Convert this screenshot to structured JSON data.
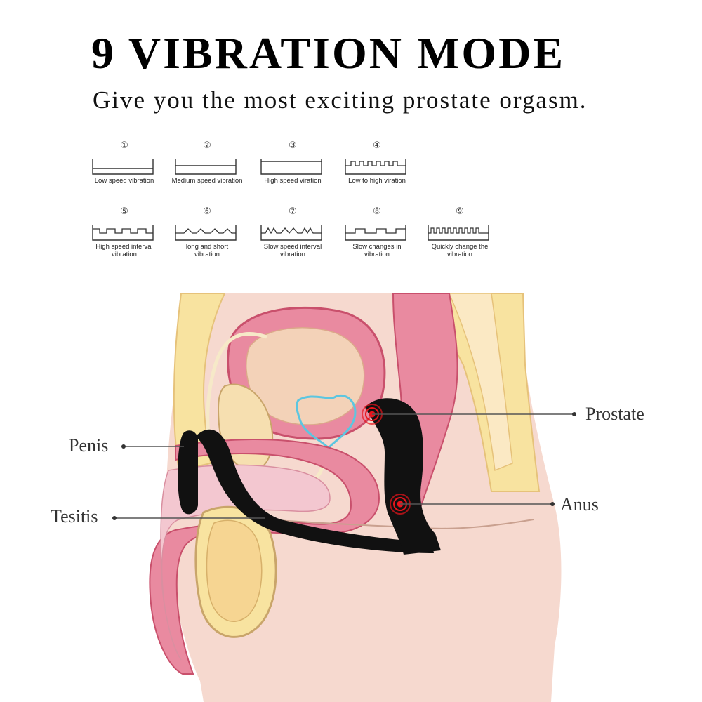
{
  "header": {
    "title": "9 VIBRATION MODE",
    "subtitle": "Give you the most exciting prostate orgasm."
  },
  "modes": [
    {
      "number": "①",
      "label": "Low speed vibration"
    },
    {
      "number": "②",
      "label": "Medium speed vibration"
    },
    {
      "number": "③",
      "label": "High speed viration"
    },
    {
      "number": "④",
      "label": "Low to high  viration"
    },
    {
      "number": "⑤",
      "label": "High speed interval\nvibration"
    },
    {
      "number": "⑥",
      "label": "long and short\nvibration"
    },
    {
      "number": "⑦",
      "label": "Slow speed interval\nvibration"
    },
    {
      "number": "⑧",
      "label": "Slow changes in\nvibration"
    },
    {
      "number": "⑨",
      "label": "Quickly change the\nvibration"
    }
  ],
  "callouts": {
    "penis": "Penis",
    "tesitis": "Tesitis",
    "prostate": "Prostate",
    "anus": "Anus"
  },
  "colors": {
    "skin": "#f6d9cf",
    "organ_pink": "#e98aa0",
    "fat_yellow": "#f8e3a0",
    "device_black": "#111111",
    "stimulation_red": "#e8141b",
    "prostate_outline": "#5cc6e0"
  }
}
